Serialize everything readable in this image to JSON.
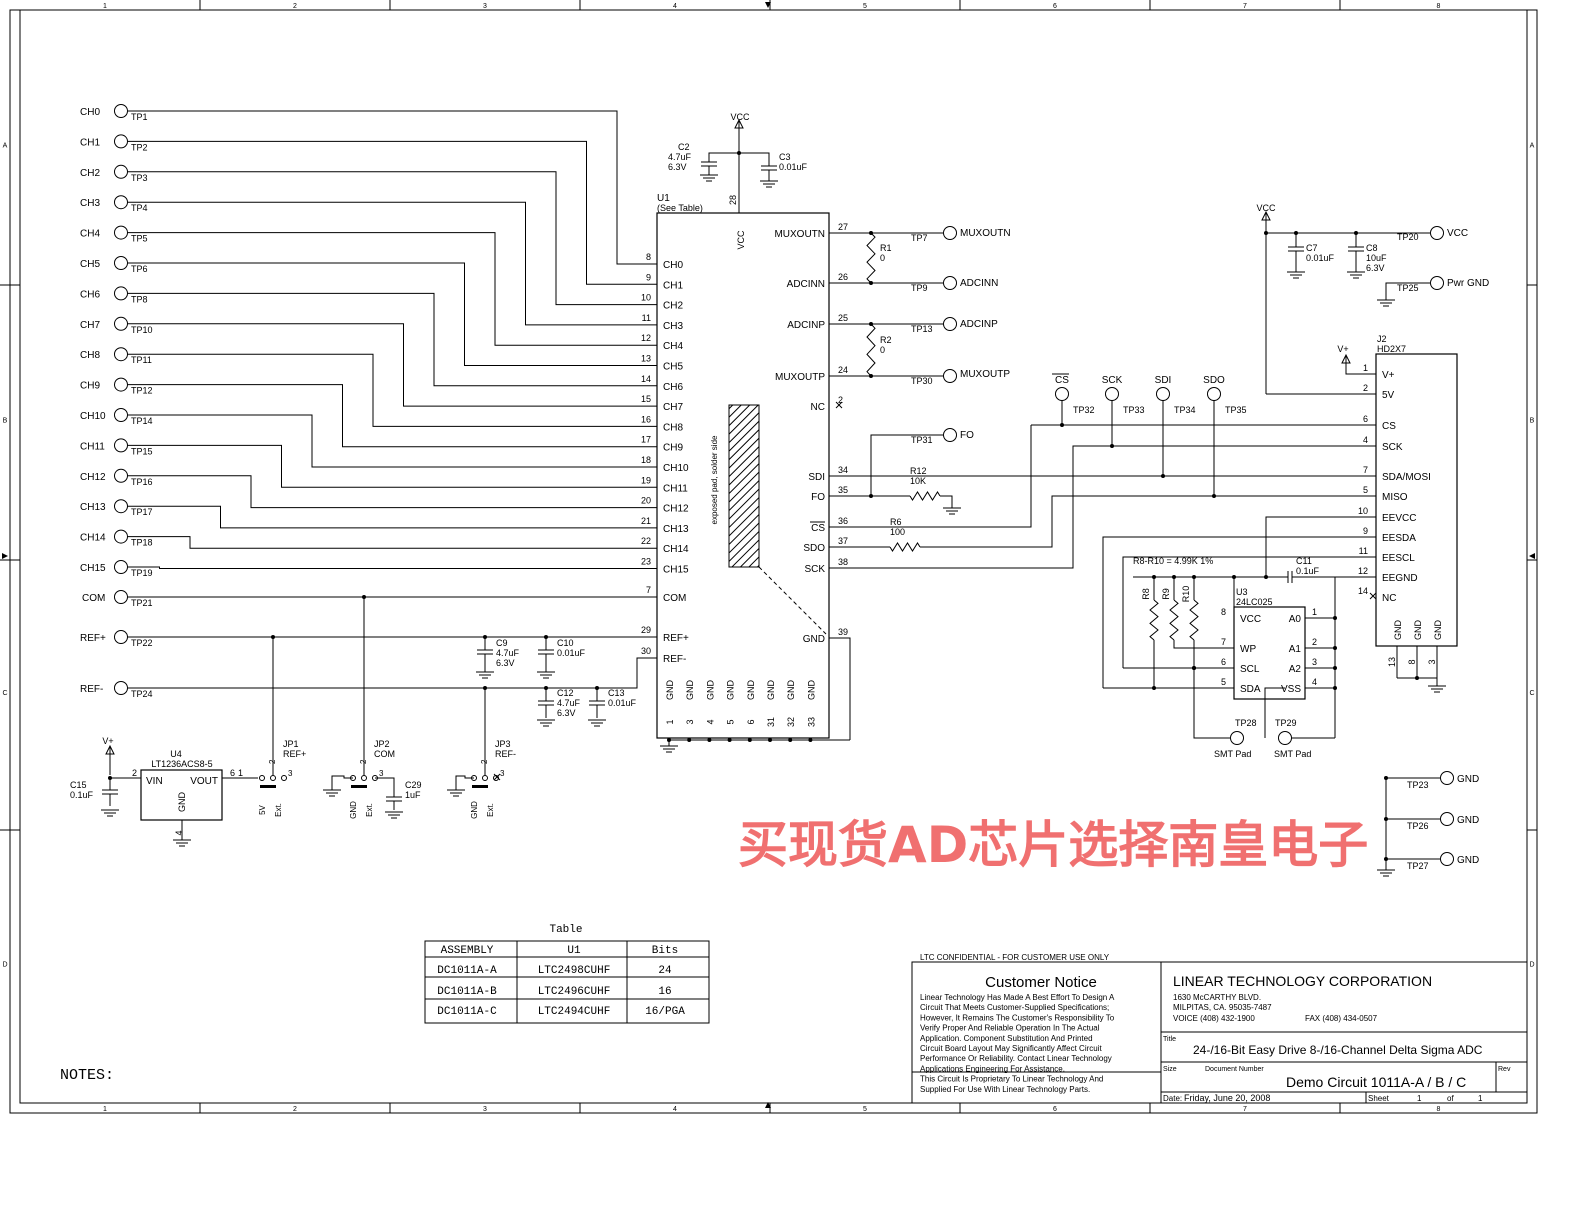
{
  "frame": {
    "col_labels": [
      "1",
      "2",
      "3",
      "4",
      "5",
      "6",
      "7",
      "8"
    ],
    "row_labels": [
      "A",
      "B",
      "C",
      "D"
    ]
  },
  "inputs": [
    {
      "label": "CH0",
      "tp": "TP1",
      "pin": "8",
      "name": "CH0"
    },
    {
      "label": "CH1",
      "tp": "TP2",
      "pin": "9",
      "name": "CH1"
    },
    {
      "label": "CH2",
      "tp": "TP3",
      "pin": "10",
      "name": "CH2"
    },
    {
      "label": "CH3",
      "tp": "TP4",
      "pin": "11",
      "name": "CH3"
    },
    {
      "label": "CH4",
      "tp": "TP5",
      "pin": "12",
      "name": "CH4"
    },
    {
      "label": "CH5",
      "tp": "TP6",
      "pin": "13",
      "name": "CH5"
    },
    {
      "label": "CH6",
      "tp": "TP8",
      "pin": "14",
      "name": "CH6"
    },
    {
      "label": "CH7",
      "tp": "TP10",
      "pin": "15",
      "name": "CH7"
    },
    {
      "label": "CH8",
      "tp": "TP11",
      "pin": "16",
      "name": "CH8"
    },
    {
      "label": "CH9",
      "tp": "TP12",
      "pin": "17",
      "name": "CH9"
    },
    {
      "label": "CH10",
      "tp": "TP14",
      "pin": "18",
      "name": "CH10"
    },
    {
      "label": "CH11",
      "tp": "TP15",
      "pin": "19",
      "name": "CH11"
    },
    {
      "label": "CH12",
      "tp": "TP16",
      "pin": "20",
      "name": "CH12"
    },
    {
      "label": "CH13",
      "tp": "TP17",
      "pin": "21",
      "name": "CH13"
    },
    {
      "label": "CH14",
      "tp": "TP18",
      "pin": "22",
      "name": "CH14"
    },
    {
      "label": "CH15",
      "tp": "TP19",
      "pin": "23",
      "name": "CH15"
    },
    {
      "label": "COM",
      "tp": "TP21",
      "pin": "7",
      "name": "COM"
    },
    {
      "label": "REF+",
      "tp": "TP22",
      "pin": "29",
      "name": "REF+"
    },
    {
      "label": "REF-",
      "tp": "TP24",
      "pin": "30",
      "name": "REF-"
    }
  ],
  "u1": {
    "ref": "U1",
    "note": "(See Table)",
    "vcc_label": "VCC",
    "vcc_pin": "28",
    "pad_label": "exposed pad, solder side",
    "right_pins": [
      {
        "name": "MUXOUTN",
        "pin": "27"
      },
      {
        "name": "ADCINN",
        "pin": "26"
      },
      {
        "name": "ADCINP",
        "pin": "25"
      },
      {
        "name": "MUXOUTP",
        "pin": "24"
      },
      {
        "name": "NC",
        "pin": "2"
      },
      {
        "name": "SDI",
        "pin": "34"
      },
      {
        "name": "FO",
        "pin": "35"
      },
      {
        "name": "CS",
        "pin": "36"
      },
      {
        "name": "SDO",
        "pin": "37"
      },
      {
        "name": "SCK",
        "pin": "38"
      },
      {
        "name": "GND",
        "pin": "39"
      }
    ],
    "gnd_pins": [
      "1",
      "3",
      "4",
      "5",
      "6",
      "31",
      "32",
      "33"
    ],
    "gnd_label": "GND"
  },
  "passives": {
    "C2": {
      "ref": "C2",
      "v1": "4.7uF",
      "v2": "6.3V"
    },
    "C3": {
      "ref": "C3",
      "v1": "0.01uF"
    },
    "R1": {
      "ref": "R1",
      "v1": "0"
    },
    "R2": {
      "ref": "R2",
      "v1": "0"
    },
    "R12": {
      "ref": "R12",
      "v1": "10K"
    },
    "R6": {
      "ref": "R6",
      "v1": "100"
    },
    "C9": {
      "ref": "C9",
      "v1": "4.7uF",
      "v2": "6.3V"
    },
    "C10": {
      "ref": "C10",
      "v1": "0.01uF"
    },
    "C12": {
      "ref": "C12",
      "v1": "4.7uF",
      "v2": "6.3V"
    },
    "C13": {
      "ref": "C13",
      "v1": "0.01uF"
    },
    "C15": {
      "ref": "C15",
      "v1": "0.1uF"
    },
    "C29": {
      "ref": "C29",
      "v1": "1uF"
    },
    "C7": {
      "ref": "C7",
      "v1": "0.01uF"
    },
    "C8": {
      "ref": "C8",
      "v1": "10uF",
      "v2": "6.3V"
    },
    "C11": {
      "ref": "C11",
      "v1": "0.1uF"
    },
    "R8": {
      "ref": "R8"
    },
    "R9": {
      "ref": "R9"
    },
    "R10": {
      "ref": "R10"
    },
    "rnote": "R8-R10 = 4.99K 1%"
  },
  "tps_right": {
    "TP7": "TP7",
    "MUXOUTN": "MUXOUTN",
    "TP9": "TP9",
    "ADCINN": "ADCINN",
    "TP13": "TP13",
    "ADCINP": "ADCINP",
    "TP30": "TP30",
    "MUXOUTP": "MUXOUTP",
    "TP31": "TP31",
    "FO": "FO"
  },
  "bus_tps": [
    {
      "sig": "CS",
      "tp": "TP32"
    },
    {
      "sig": "SCK",
      "tp": "TP33"
    },
    {
      "sig": "SDI",
      "tp": "TP34"
    },
    {
      "sig": "SDO",
      "tp": "TP35"
    }
  ],
  "j2": {
    "ref": "J2",
    "type": "HD2X7",
    "vplus": "V+",
    "pins": [
      {
        "pin": "1",
        "name": "V+"
      },
      {
        "pin": "2",
        "name": "5V"
      },
      {
        "pin": "6",
        "name": "CS"
      },
      {
        "pin": "4",
        "name": "SCK"
      },
      {
        "pin": "7",
        "name": "SDA/MOSI"
      },
      {
        "pin": "5",
        "name": "MISO"
      },
      {
        "pin": "10",
        "name": "EEVCC"
      },
      {
        "pin": "9",
        "name": "EESDA"
      },
      {
        "pin": "11",
        "name": "EESCL"
      },
      {
        "pin": "12",
        "name": "EEGND"
      },
      {
        "pin": "14",
        "name": "NC"
      }
    ],
    "gnd_pins": [
      "13",
      "8",
      "3"
    ],
    "gnd_label": "GND"
  },
  "power_top": {
    "vcc": "VCC",
    "tp20": "TP20",
    "vcc_out": "VCC",
    "tp25": "TP25",
    "pwr_gnd": "Pwr GND"
  },
  "u3": {
    "ref": "U3",
    "part": "24LC025",
    "left": [
      {
        "pin": "8",
        "name": "VCC"
      },
      {
        "pin": "7",
        "name": "WP"
      },
      {
        "pin": "6",
        "name": "SCL"
      },
      {
        "pin": "5",
        "name": "SDA"
      }
    ],
    "right": [
      {
        "pin": "1",
        "name": "A0"
      },
      {
        "pin": "2",
        "name": "A1"
      },
      {
        "pin": "3",
        "name": "A2"
      },
      {
        "pin": "4",
        "name": "VSS"
      }
    ],
    "tp28": "TP28",
    "tp29": "TP29",
    "smt": "SMT Pad"
  },
  "gnd_tps": [
    {
      "tp": "TP23",
      "lbl": "GND"
    },
    {
      "tp": "TP26",
      "lbl": "GND"
    },
    {
      "tp": "TP27",
      "lbl": "GND"
    }
  ],
  "u4": {
    "vplus": "V+",
    "ref": "U4",
    "part": "LT1236ACS8-5",
    "vin": "VIN",
    "vout": "VOUT",
    "gnd": "GND",
    "pin2": "2",
    "pin6": "6",
    "pin1": "1",
    "pin4": "4"
  },
  "jumpers": [
    {
      "ref": "JP1",
      "sig": "REF+",
      "a": "5V",
      "b": "Ext."
    },
    {
      "ref": "JP2",
      "sig": "COM",
      "a": "GND",
      "b": "Ext."
    },
    {
      "ref": "JP3",
      "sig": "REF-",
      "a": "GND",
      "b": "Ext."
    }
  ],
  "table": {
    "title": "Table",
    "headers": [
      "ASSEMBLY",
      "U1",
      "Bits"
    ],
    "rows": [
      [
        "DC1011A-A",
        "LTC2498CUHF",
        "24"
      ],
      [
        "DC1011A-B",
        "LTC2496CUHF",
        "16"
      ],
      [
        "DC1011A-C",
        "LTC2494CUHF",
        "16/PGA"
      ]
    ]
  },
  "notes": "NOTES:",
  "watermark": "买现货AD芯片选择南皇电子",
  "title_block": {
    "confidential": "LTC CONFIDENTIAL - FOR CUSTOMER USE ONLY",
    "notice_title": "Customer Notice",
    "notice_lines": [
      "Linear Technology Has Made A Best Effort To Design A",
      "Circuit That Meets Customer-Supplied Specifications;",
      "However, It Remains The Customer's Responsibility To",
      "Verify Proper And Reliable Operation In The Actual",
      "Application. Component Substitution And Printed",
      "Circuit Board Layout May Significantly Affect Circuit",
      "Performance Or Reliability. Contact Linear Technology",
      "Applications Engineering For Assistance.",
      "This Circuit Is Proprietary To Linear Technology And",
      "Supplied For Use With Linear Technology Parts."
    ],
    "company": "LINEAR TECHNOLOGY CORPORATION",
    "addr1": "1630 McCARTHY BLVD.",
    "addr2": "MILPITAS, CA. 95035-7487",
    "voice": "VOICE (408) 432-1900",
    "fax": "FAX  (408) 434-0507",
    "title_label": "Title",
    "title": "24-/16-Bit Easy Drive 8-/16-Channel Delta Sigma ADC",
    "size_label": "Size",
    "docnum_label": "Document Number",
    "docnum": "Demo Circuit 1011A-A / B / C",
    "rev_label": "Rev",
    "date_label": "Date:",
    "date": "Friday, June 20, 2008",
    "sheet_label": "Sheet",
    "sheet": "1",
    "of_label": "of",
    "of": "1"
  }
}
